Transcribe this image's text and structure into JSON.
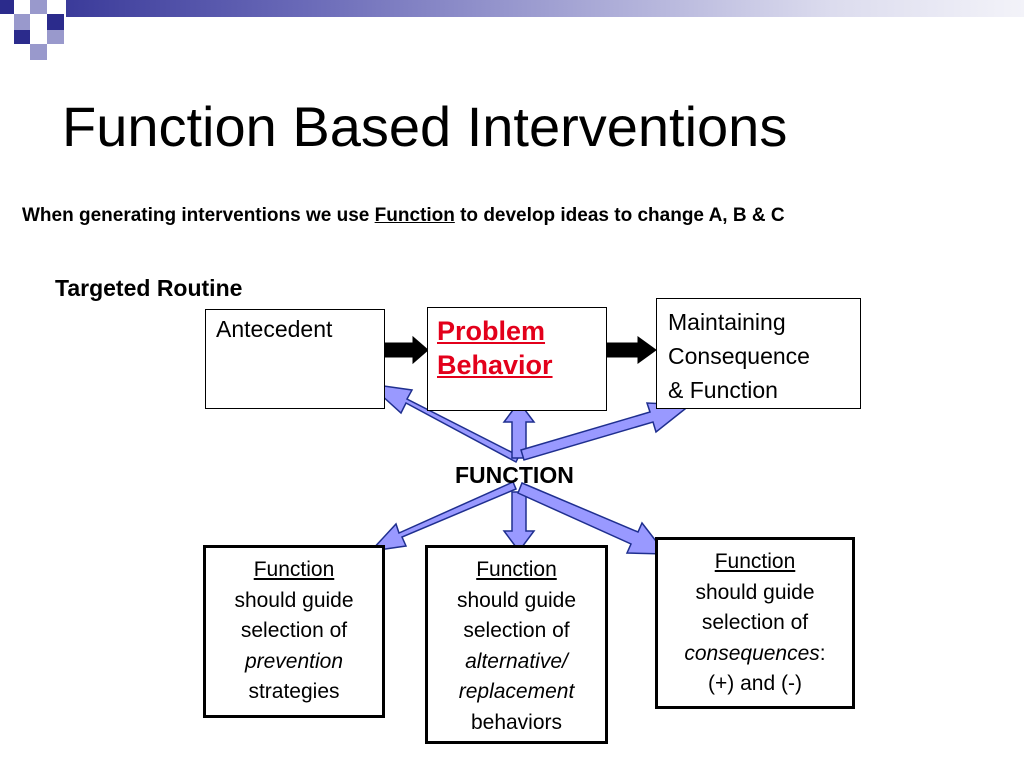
{
  "slide": {
    "title": "Function Based Interventions",
    "subtitle_pre": "When generating interventions we use ",
    "subtitle_link": "Function",
    "subtitle_post": " to develop ideas to change A, B & C",
    "routine_label": "Targeted Routine"
  },
  "chain": {
    "antecedent": "Antecedent",
    "problem_line1": "Problem",
    "problem_line2": "Behavior",
    "consequence_line1": "Maintaining",
    "consequence_line2": "Consequence",
    "consequence_line3": "& Function"
  },
  "hub_label": "FUNCTION",
  "boxes": {
    "prevention": {
      "line1": "Function",
      "line2": "should guide",
      "line3": "selection of",
      "line4": "prevention",
      "line5": "strategies"
    },
    "alternative": {
      "line1": "Function",
      "line2": "should guide",
      "line3": "selection of",
      "line4": "alternative/",
      "line5": "replacement",
      "line6": "behaviors"
    },
    "consequences": {
      "line1": "Function",
      "line2": "should guide",
      "line3": "selection of",
      "line4": "consequences",
      "line4_suffix": ":",
      "line5": "(+) and (-)"
    }
  },
  "colors": {
    "accent_red": "#e3001b",
    "arrow_fill": "#9999ff",
    "arrow_stroke": "#1f2f8f",
    "deco_dark": "#2b2b8c",
    "deco_light": "#9999cc"
  }
}
